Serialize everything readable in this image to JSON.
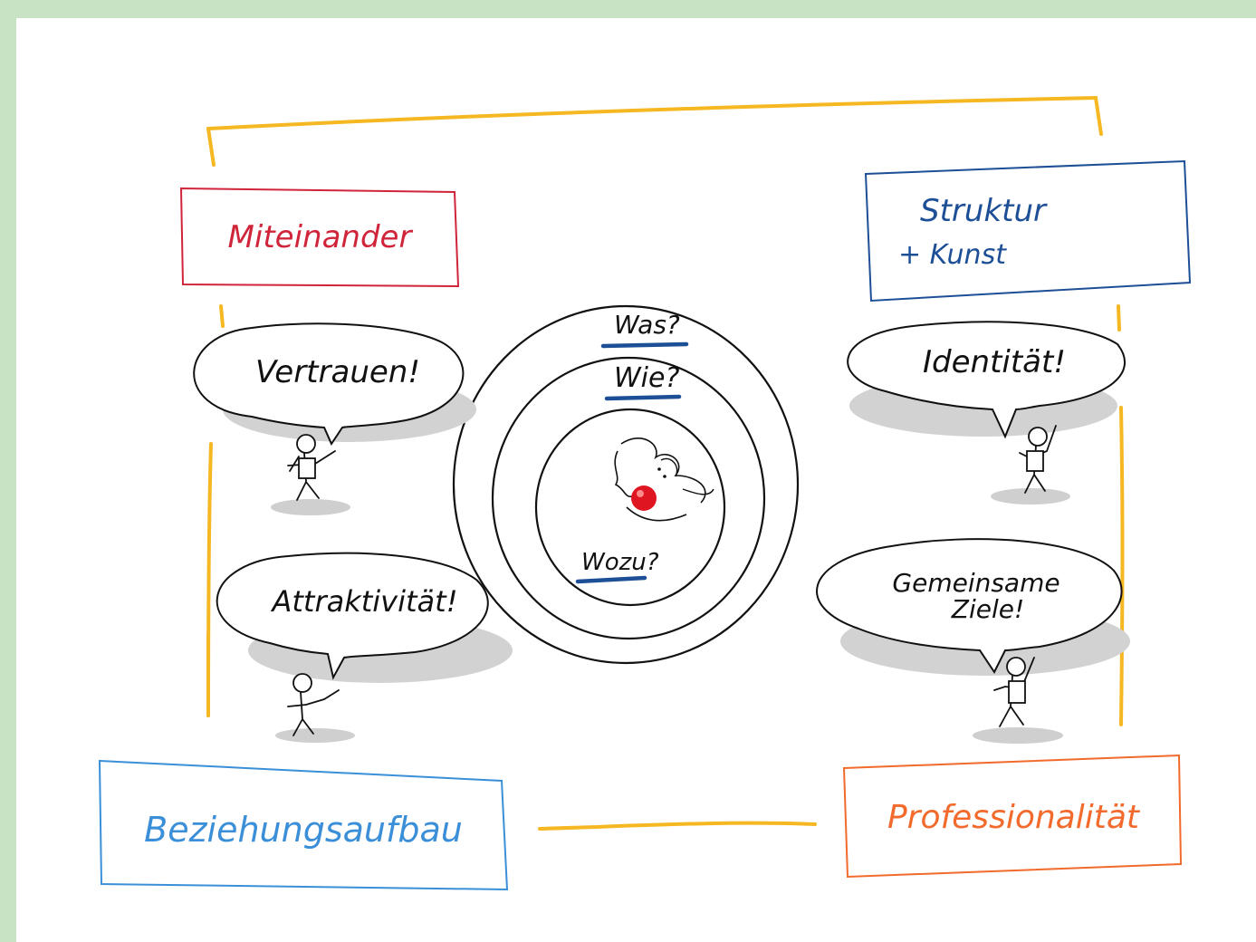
{
  "diagram": {
    "boxes": {
      "top_left": "Miteinander",
      "top_right_line1": "Struktur",
      "top_right_line2": "+ Kunst",
      "bottom_left": "Beziehungsaufbau",
      "bottom_right": "Professionalität"
    },
    "bubbles": {
      "left_upper": "Vertrauen!",
      "left_lower": "Attraktivität!",
      "right_upper": "Identität!",
      "right_lower_line1": "Gemeinsame",
      "right_lower_line2": "Ziele!"
    },
    "circles": {
      "outer": "Was?",
      "middle": "Wie?",
      "inner": "Wozu?"
    },
    "colors": {
      "red": "#d0243a",
      "navy": "#1d4f96",
      "light_blue": "#3a8fd8",
      "orange": "#f26a2c",
      "yellow": "#f5b722",
      "clown_nose": "#e01522",
      "shadow": "#c9c9c9",
      "ink": "#111111"
    }
  }
}
